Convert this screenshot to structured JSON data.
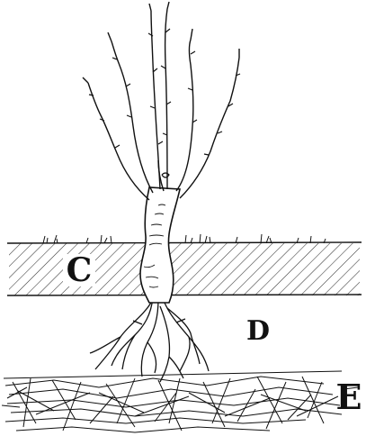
{
  "figure": {
    "labels": {
      "soil_band": "C",
      "subsoil": "D",
      "root_mat": "E"
    },
    "colors": {
      "ink": "#111111",
      "paper": "#ffffff"
    }
  }
}
